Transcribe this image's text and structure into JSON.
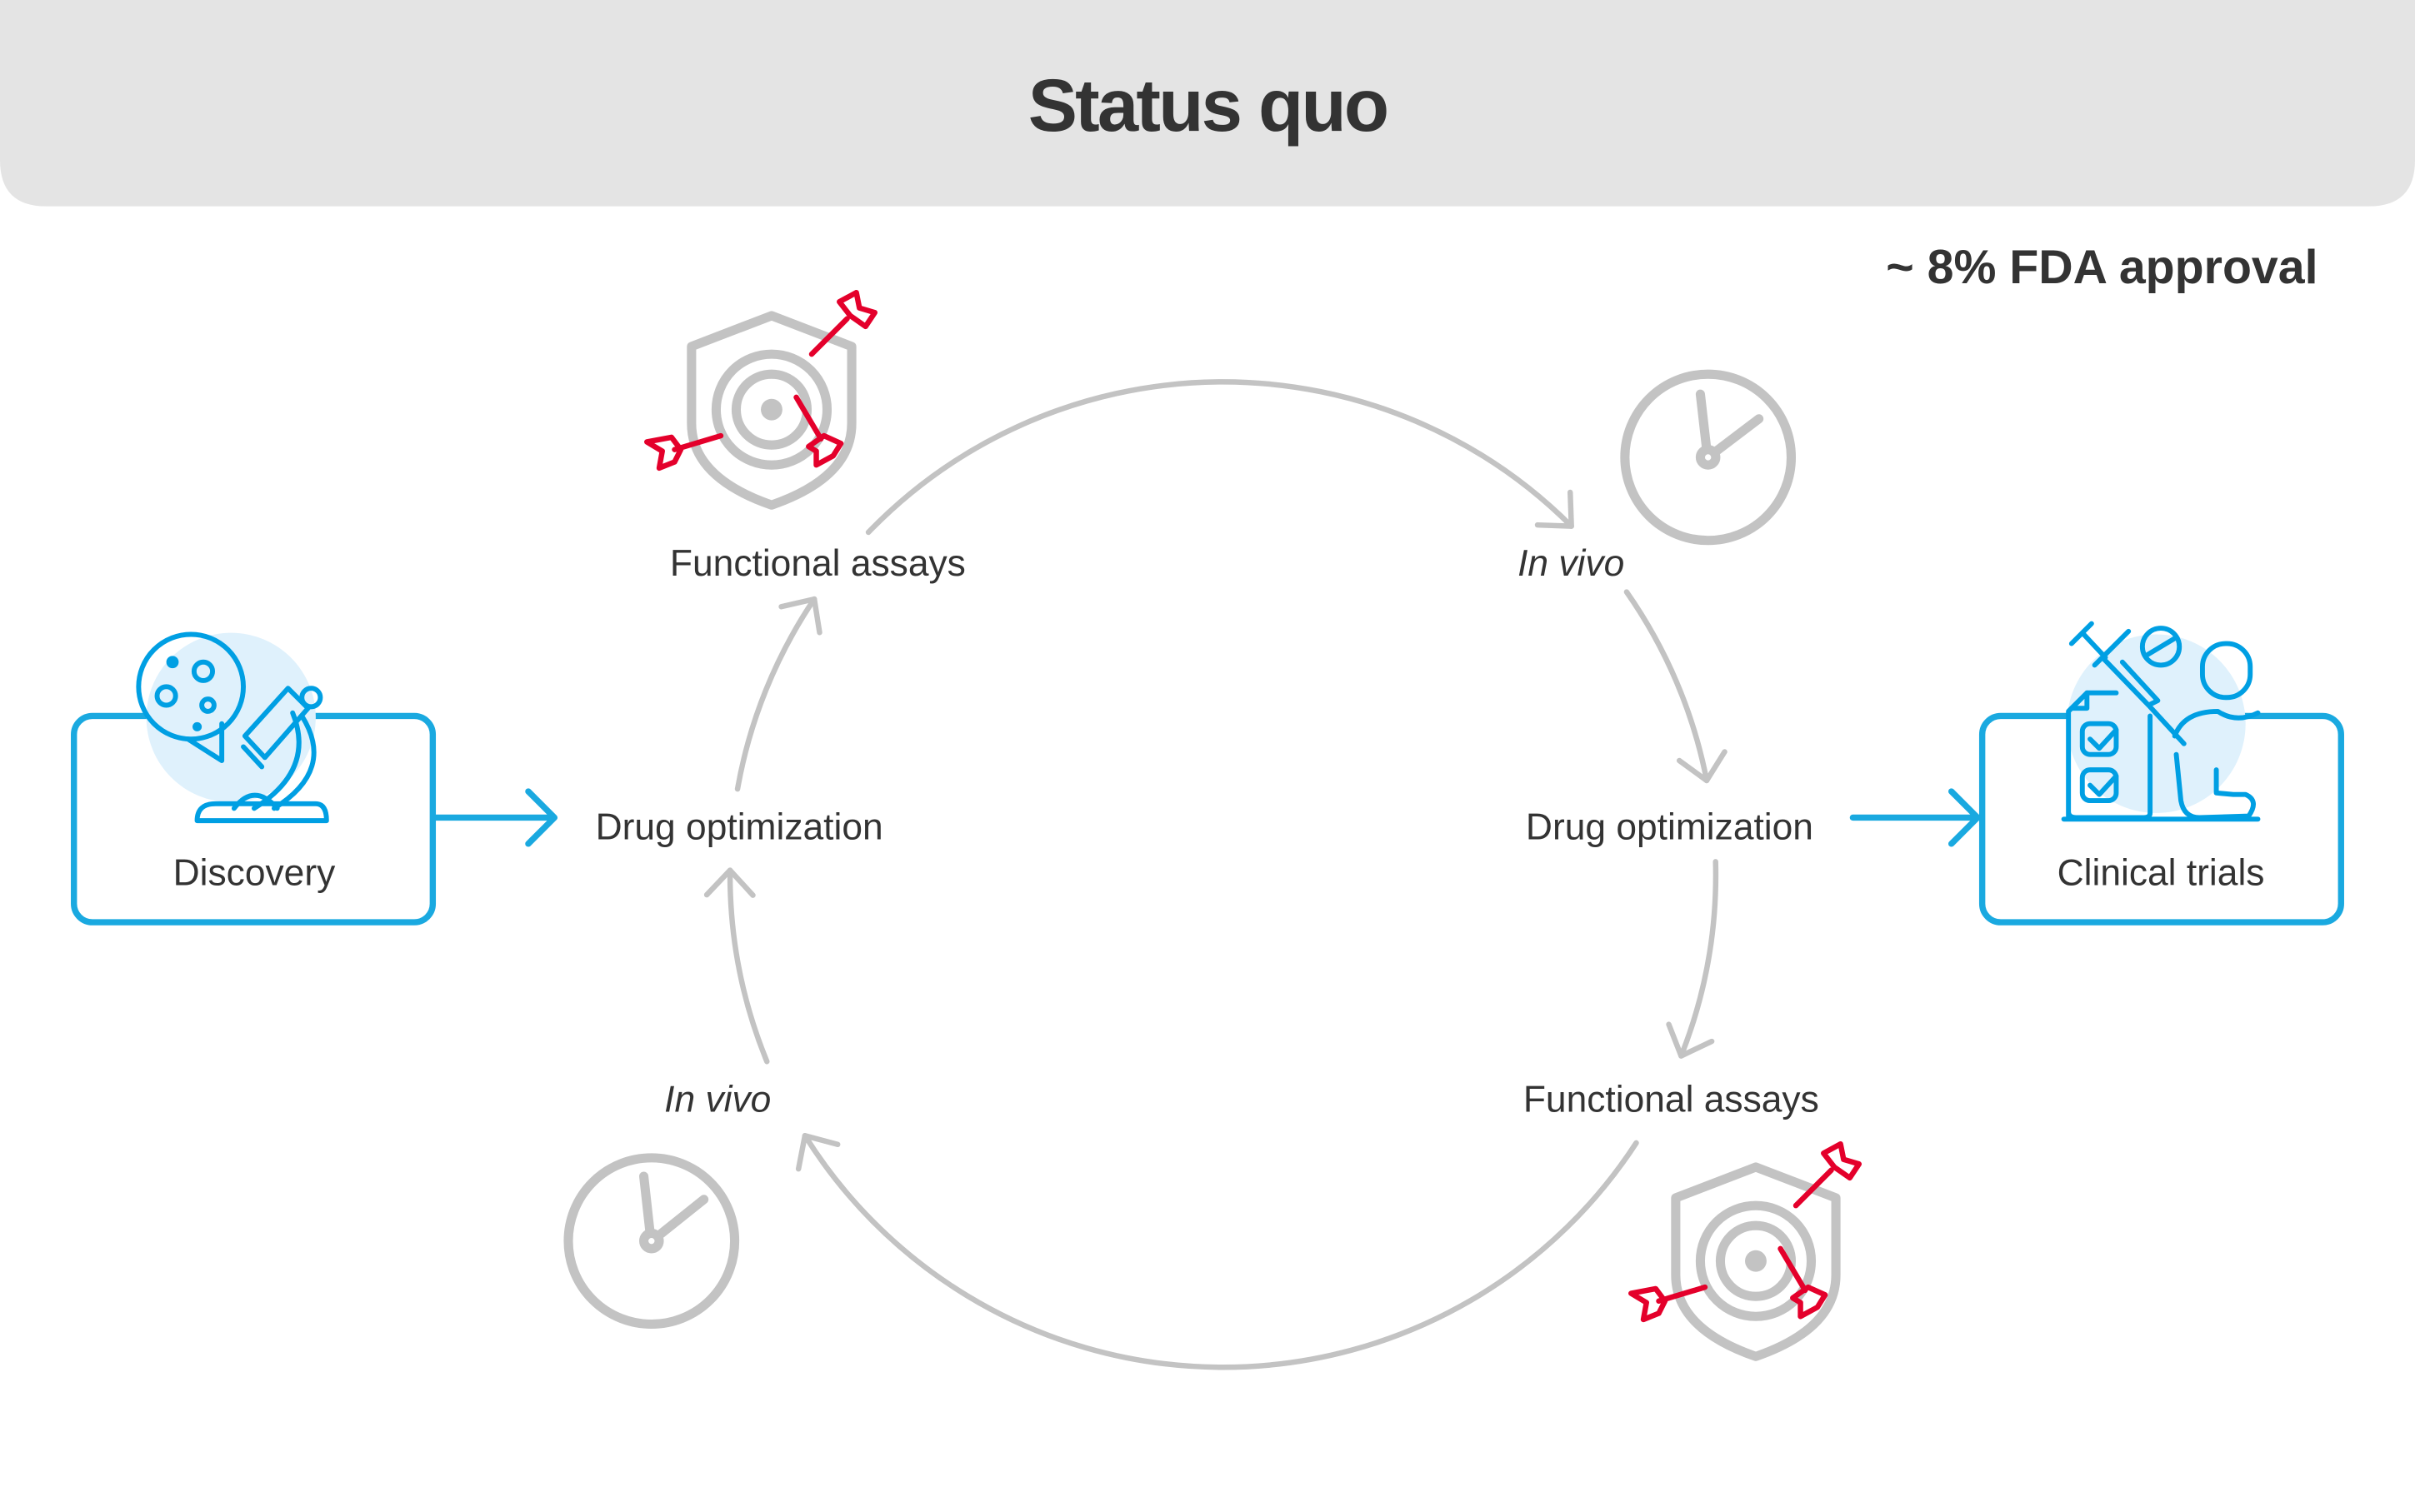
{
  "header": {
    "title": "Status quo"
  },
  "approval_note": "~ 8% FDA approval",
  "start_box": {
    "label": "Discovery",
    "icon": "microscope-icon"
  },
  "end_box": {
    "label": "Clinical trials",
    "icon": "clinical-trial-icon"
  },
  "cycle": [
    {
      "label": "Functional assays",
      "italic": false,
      "icon": "shield-target-icon"
    },
    {
      "label": "In vivo",
      "italic": true,
      "icon": "clock-icon"
    },
    {
      "label": "Drug optimization",
      "italic": false
    },
    {
      "label": "Functional assays",
      "italic": false,
      "icon": "shield-target-icon"
    },
    {
      "label": "In vivo",
      "italic": true,
      "icon": "clock-icon"
    },
    {
      "label": "Drug optimization",
      "italic": false
    }
  ],
  "colors": {
    "accent": "#1aa9e0",
    "cycle": "#c3c3c3",
    "target": "#e4002b",
    "header_bg": "#e4e4e4",
    "text": "#333333"
  }
}
